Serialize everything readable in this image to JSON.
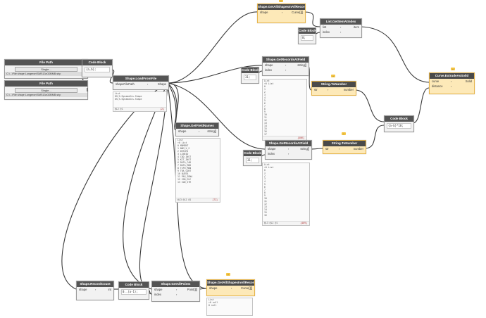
{
  "nodes": {
    "file_path_1": {
      "title": "File Path",
      "button": "Single...",
      "path": "C:\\...\\File shape Longeron\\SMS13xG0BMB.shp"
    },
    "file_path_2": {
      "title": "File Path",
      "button": "Single...",
      "path": "C:\\...\\File shape Longeron\\SMS13xG0BMB.shp"
    },
    "code_block_main": {
      "title": "Code Block",
      "code": "{a,b};"
    },
    "load_from_file": {
      "title": "Shape.LoadFromFile",
      "input": "shapeFilePath",
      "output": "Shape",
      "preview_lines": [
        "List",
        "  DS(S.DynamoSis.Shape",
        "  DS(S.DynamoSis.Shape"
      ],
      "preview_foot": "@L2 @1",
      "preview_count": "{2}"
    },
    "get_field_names": {
      "title": "Shape.GetFieldNames",
      "input": "shape",
      "output": "string[]",
      "preview_lines": [
        "List",
        "  ▾0 List",
        "    0 MOMENT",
        "    1 NOM_X_S",
        "    2 DESCRI",
        "    3 LINEID",
        "    4 COD_INST",
        "    5 KIT_INST",
        "    6 DATA_CAD",
        "    7 DATA_MOD",
        "    8 TIPO_MON",
        "    9 TRA_CONT",
        "    10 QUOTA",
        "    11 PAG_ZONA",
        "    12 COD_ELE",
        "    13 COD_STR"
      ],
      "preview_foot": "@L3 @L2 @1",
      "preview_count": "{72}"
    },
    "get_all_shapes_top": {
      "title": "Shape.GetAllShapesInAllRecords",
      "input": "shape",
      "output": "Curve[][]"
    },
    "code_block_top": {
      "title": "Code Block",
      "code": "0;"
    },
    "list_get_item": {
      "title": "List.GetItemAtIndex",
      "inputs": [
        "list",
        "index"
      ],
      "output": "item"
    },
    "get_records_1": {
      "title": "Shape.GetRecordsAtField",
      "inputs": [
        "shape",
        "index"
      ],
      "output": "string[]",
      "preview_lines": [
        "List",
        "  ▾0 List",
        "    0",
        "    1",
        "    2",
        "    3",
        "    4",
        "    5",
        "    6",
        "    7",
        "    8",
        "    9",
        "    10",
        "    11",
        "    12",
        "    13",
        "    14",
        "    15",
        "    16",
        "    17",
        "    18"
      ],
      "preview_foot": "",
      "preview_count": "{486}"
    },
    "code_block_mid1": {
      "title": "Code Block",
      "code": "31;"
    },
    "string_to_number_1": {
      "title": "String.ToNumber",
      "input": "str",
      "output": "number"
    },
    "curve_extrude": {
      "title": "Curve.ExtrudeAsSolid",
      "inputs": [
        "curve",
        "distance"
      ],
      "output": "Solid"
    },
    "code_block_mid2": {
      "title": "Code Block",
      "code": "{a-b}*10;"
    },
    "get_records_2": {
      "title": "Shape.GetRecordsAtField",
      "inputs": [
        "shape",
        "index"
      ],
      "output": "string[]",
      "preview_lines": [
        "List",
        "  ▾0 List",
        "    0",
        "    1",
        "    2",
        "    3",
        "    4",
        "    5",
        "    6",
        "    7",
        "    8",
        "    9",
        "    10",
        "    11",
        "    12",
        "    13",
        "    14",
        "    15",
        "    16",
        "    17",
        "    18"
      ],
      "preview_foot": "@L3 @L2 @1",
      "preview_count": "{489}"
    },
    "code_block_mid3": {
      "title": "Code Block",
      "code": "31;"
    },
    "string_to_number_2": {
      "title": "String.ToNumber",
      "input": "str",
      "output": "number"
    },
    "record_count": {
      "title": "Shape.RecordCount",
      "input": "shape",
      "output": "int"
    },
    "code_block_bottom": {
      "title": "Code Block",
      "code": "0..(a-1);"
    },
    "get_all_points": {
      "title": "Shape.GetAllPoints",
      "inputs": [
        "shape",
        "index"
      ],
      "output": "Point[][]"
    },
    "get_all_shapes_bottom": {
      "title": "Shape.GetAllShapesInAllRecords",
      "input": "shape",
      "output": "Curve[][]",
      "preview_lines": [
        "List",
        "  ▾0 null",
        "    0 null"
      ],
      "preview_foot": "",
      "preview_count": ""
    }
  },
  "colors": {
    "wire": "#3a3a3a",
    "header": "#545454",
    "selected_bg": "#fde9b8",
    "badge": "#f5c542"
  }
}
